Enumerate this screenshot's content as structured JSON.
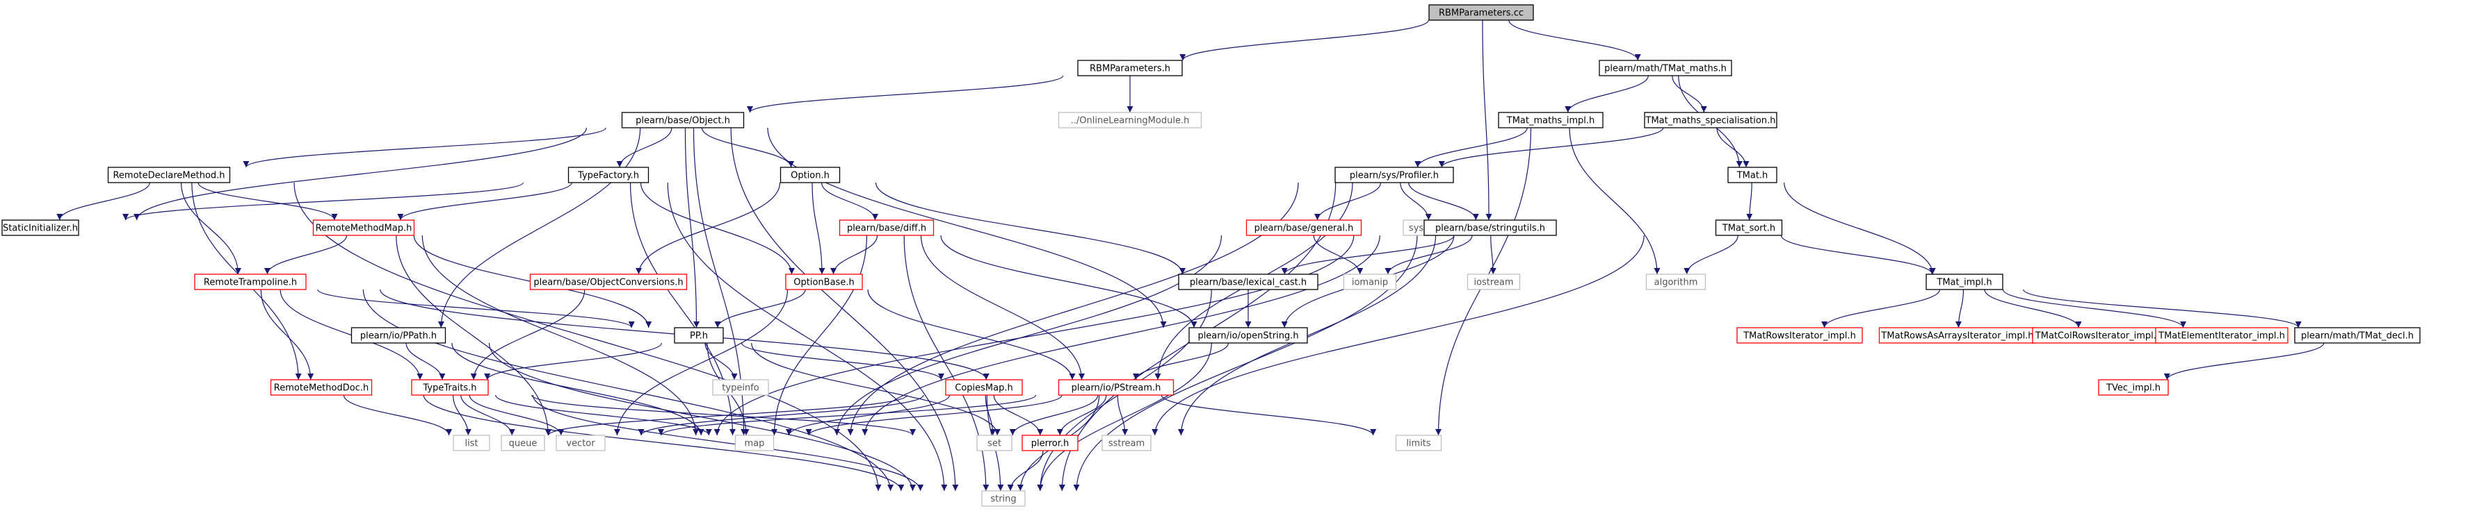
{
  "nodes": [
    {
      "id": "root",
      "label": "RBMParameters.cc",
      "style": "root"
    },
    {
      "id": "rbmh",
      "label": "RBMParameters.h",
      "style": "normal"
    },
    {
      "id": "tmatmaths",
      "label": "plearn/math/TMat_maths.h",
      "style": "normal"
    },
    {
      "id": "object",
      "label": "plearn/base/Object.h",
      "style": "normal"
    },
    {
      "id": "onlinelearning",
      "label": "../OnlineLearningModule.h",
      "style": "gray"
    },
    {
      "id": "tmatmathsimpl",
      "label": "TMat_maths_impl.h",
      "style": "normal"
    },
    {
      "id": "tmatmathsspec",
      "label": "TMat_maths_specialisation.h",
      "style": "normal"
    },
    {
      "id": "profiler",
      "label": "plearn/sys/Profiler.h",
      "style": "normal"
    },
    {
      "id": "tmath",
      "label": "TMat.h",
      "style": "normal"
    },
    {
      "id": "remotedeclare",
      "label": "RemoteDeclareMethod.h",
      "style": "normal"
    },
    {
      "id": "typefactory",
      "label": "TypeFactory.h",
      "style": "normal"
    },
    {
      "id": "option",
      "label": "Option.h",
      "style": "normal"
    },
    {
      "id": "staticinit",
      "label": "StaticInitializer.h",
      "style": "normal"
    },
    {
      "id": "remotemethodmap",
      "label": "RemoteMethodMap.h",
      "style": "red"
    },
    {
      "id": "diff",
      "label": "plearn/base/diff.h",
      "style": "red"
    },
    {
      "id": "general",
      "label": "plearn/base/general.h",
      "style": "red"
    },
    {
      "id": "systimes",
      "label": "sys/times.h",
      "style": "gray"
    },
    {
      "id": "stringutils",
      "label": "plearn/base/stringutils.h",
      "style": "normal"
    },
    {
      "id": "tmatsort",
      "label": "TMat_sort.h",
      "style": "normal"
    },
    {
      "id": "remotetrampoline",
      "label": "RemoteTrampoline.h",
      "style": "red"
    },
    {
      "id": "objectconversions",
      "label": "plearn/base/ObjectConversions.h",
      "style": "red"
    },
    {
      "id": "optionbase",
      "label": "OptionBase.h",
      "style": "red"
    },
    {
      "id": "lexicalcast",
      "label": "plearn/base/lexical_cast.h",
      "style": "normal"
    },
    {
      "id": "iomanip",
      "label": "iomanip",
      "style": "gray"
    },
    {
      "id": "iostream",
      "label": "iostream",
      "style": "gray"
    },
    {
      "id": "algorithm",
      "label": "algorithm",
      "style": "gray"
    },
    {
      "id": "tmatimpl",
      "label": "TMat_impl.h",
      "style": "normal"
    },
    {
      "id": "ppath",
      "label": "plearn/io/PPath.h",
      "style": "normal"
    },
    {
      "id": "pp",
      "label": "PP.h",
      "style": "normal"
    },
    {
      "id": "openstring",
      "label": "plearn/io/openString.h",
      "style": "normal"
    },
    {
      "id": "typeinfo",
      "label": "typeinfo",
      "style": "gray"
    },
    {
      "id": "tmatrowsiter",
      "label": "TMatRowsIterator_impl.h",
      "style": "red"
    },
    {
      "id": "tmatrowsasarrays",
      "label": "TMatRowsAsArraysIterator_impl.h",
      "style": "red"
    },
    {
      "id": "tmatcolrows",
      "label": "TMatColRowsIterator_impl.h",
      "style": "red"
    },
    {
      "id": "tmatelement",
      "label": "TMatElementIterator_impl.h",
      "style": "red"
    },
    {
      "id": "tmatdecl",
      "label": "plearn/math/TMat_decl.h",
      "style": "normal"
    },
    {
      "id": "remotemethoddoc",
      "label": "RemoteMethodDoc.h",
      "style": "red"
    },
    {
      "id": "typetraits",
      "label": "TypeTraits.h",
      "style": "red"
    },
    {
      "id": "copiesmap",
      "label": "CopiesMap.h",
      "style": "red"
    },
    {
      "id": "pstream",
      "label": "plearn/io/PStream.h",
      "style": "red"
    },
    {
      "id": "tvecimpl",
      "label": "TVec_impl.h",
      "style": "red"
    },
    {
      "id": "list",
      "label": "list",
      "style": "gray"
    },
    {
      "id": "queue",
      "label": "queue",
      "style": "gray"
    },
    {
      "id": "vector",
      "label": "vector",
      "style": "gray"
    },
    {
      "id": "map",
      "label": "map",
      "style": "gray"
    },
    {
      "id": "set",
      "label": "set",
      "style": "gray"
    },
    {
      "id": "plerror",
      "label": "plerror.h",
      "style": "red"
    },
    {
      "id": "sstream",
      "label": "sstream",
      "style": "gray"
    },
    {
      "id": "limits",
      "label": "limits",
      "style": "gray"
    },
    {
      "id": "string",
      "label": "string",
      "style": "gray"
    }
  ],
  "edges": [
    [
      "root",
      "rbmh"
    ],
    [
      "root",
      "tmatmaths"
    ],
    [
      "root",
      "stringutils"
    ],
    [
      "rbmh",
      "object"
    ],
    [
      "rbmh",
      "onlinelearning"
    ],
    [
      "tmatmaths",
      "tmatmathsimpl"
    ],
    [
      "tmatmaths",
      "tmatmathsspec"
    ],
    [
      "tmatmaths",
      "tmath"
    ],
    [
      "tmatmathsimpl",
      "profiler"
    ],
    [
      "tmatmathsimpl",
      "algorithm"
    ],
    [
      "tmatmathsimpl",
      "limits"
    ],
    [
      "tmatmathsspec",
      "profiler"
    ],
    [
      "tmatmathsspec",
      "tmath"
    ],
    [
      "tmath",
      "tmatsort"
    ],
    [
      "tmath",
      "tmatimpl"
    ],
    [
      "tmatsort",
      "tmatimpl"
    ],
    [
      "tmatsort",
      "algorithm"
    ],
    [
      "tmatsort",
      "plerror"
    ],
    [
      "tmatimpl",
      "tmatrowsiter"
    ],
    [
      "tmatimpl",
      "tmatrowsasarrays"
    ],
    [
      "tmatimpl",
      "tmatcolrows"
    ],
    [
      "tmatimpl",
      "tmatelement"
    ],
    [
      "tmatimpl",
      "tmatdecl"
    ],
    [
      "tmatdecl",
      "tvecimpl"
    ],
    [
      "profiler",
      "general"
    ],
    [
      "profiler",
      "systimes"
    ],
    [
      "profiler",
      "stringutils"
    ],
    [
      "profiler",
      "pstream"
    ],
    [
      "profiler",
      "map"
    ],
    [
      "profiler",
      "string"
    ],
    [
      "general",
      "iomanip"
    ],
    [
      "general",
      "map"
    ],
    [
      "stringutils",
      "iomanip"
    ],
    [
      "stringutils",
      "iostream"
    ],
    [
      "stringutils",
      "lexicalcast"
    ],
    [
      "stringutils",
      "openstring"
    ],
    [
      "stringutils",
      "sstream"
    ],
    [
      "stringutils",
      "vector"
    ],
    [
      "stringutils",
      "map"
    ],
    [
      "stringutils",
      "string"
    ],
    [
      "object",
      "remotedeclare"
    ],
    [
      "object",
      "typefactory"
    ],
    [
      "object",
      "option"
    ],
    [
      "object",
      "staticinit"
    ],
    [
      "object",
      "ppath"
    ],
    [
      "object",
      "pp"
    ],
    [
      "object",
      "map"
    ],
    [
      "object",
      "string"
    ],
    [
      "object",
      "openstring"
    ],
    [
      "remotedeclare",
      "staticinit"
    ],
    [
      "remotedeclare",
      "remotemethodmap"
    ],
    [
      "remotedeclare",
      "remotetrampoline"
    ],
    [
      "remotedeclare",
      "remotemethoddoc"
    ],
    [
      "remotedeclare",
      "string"
    ],
    [
      "typefactory",
      "remotemethodmap"
    ],
    [
      "typefactory",
      "optionbase"
    ],
    [
      "typefactory",
      "staticinit"
    ],
    [
      "typefactory",
      "map"
    ],
    [
      "typefactory",
      "string"
    ],
    [
      "option",
      "optionbase"
    ],
    [
      "option",
      "objectconversions"
    ],
    [
      "option",
      "diff"
    ],
    [
      "option",
      "lexicalcast"
    ],
    [
      "remotemethodmap",
      "remotetrampoline"
    ],
    [
      "remotemethodmap",
      "pp"
    ],
    [
      "remotemethodmap",
      "map"
    ],
    [
      "remotemethodmap",
      "vector"
    ],
    [
      "diff",
      "optionbase"
    ],
    [
      "diff",
      "pstream"
    ],
    [
      "diff",
      "map"
    ],
    [
      "diff",
      "openstring"
    ],
    [
      "diff",
      "string"
    ],
    [
      "remotetrampoline",
      "remotemethoddoc"
    ],
    [
      "remotetrampoline",
      "typetraits"
    ],
    [
      "remotetrampoline",
      "pp"
    ],
    [
      "remotetrampoline",
      "pstream"
    ],
    [
      "remotetrampoline",
      "string"
    ],
    [
      "objectconversions",
      "typetraits"
    ],
    [
      "optionbase",
      "pp"
    ],
    [
      "optionbase",
      "pstream"
    ],
    [
      "optionbase",
      "vector"
    ],
    [
      "lexicalcast",
      "openstring"
    ],
    [
      "lexicalcast",
      "string"
    ],
    [
      "ppath",
      "typetraits"
    ],
    [
      "ppath",
      "map"
    ],
    [
      "ppath",
      "string"
    ],
    [
      "pp",
      "typeinfo"
    ],
    [
      "pp",
      "copiesmap"
    ],
    [
      "pp",
      "typetraits"
    ],
    [
      "pp",
      "plerror"
    ],
    [
      "pp",
      "map"
    ],
    [
      "openstring",
      "pstream"
    ],
    [
      "openstring",
      "string"
    ],
    [
      "remotemethoddoc",
      "list"
    ],
    [
      "remotemethoddoc",
      "string"
    ],
    [
      "typetraits",
      "list"
    ],
    [
      "typetraits",
      "queue"
    ],
    [
      "typetraits",
      "vector"
    ],
    [
      "typetraits",
      "map"
    ],
    [
      "typetraits",
      "set"
    ],
    [
      "typetraits",
      "string"
    ],
    [
      "copiesmap",
      "map"
    ],
    [
      "copiesmap",
      "set"
    ],
    [
      "copiesmap",
      "plerror"
    ],
    [
      "copiesmap",
      "string"
    ],
    [
      "copiesmap",
      "list"
    ],
    [
      "copiesmap",
      "vector"
    ],
    [
      "pstream",
      "map"
    ],
    [
      "pstream",
      "set"
    ],
    [
      "pstream",
      "plerror"
    ],
    [
      "pstream",
      "sstream"
    ],
    [
      "pstream",
      "limits"
    ],
    [
      "pstream",
      "string"
    ],
    [
      "pstream",
      "vector"
    ],
    [
      "plerror",
      "string"
    ]
  ],
  "colors": {
    "edge": "#191970",
    "normal_border": "#000000",
    "root_fill": "#bfbfbf",
    "red_border": "#ff0000",
    "gray_border": "#bfbfbf",
    "gray_text": "#555555",
    "text": "#000000"
  }
}
